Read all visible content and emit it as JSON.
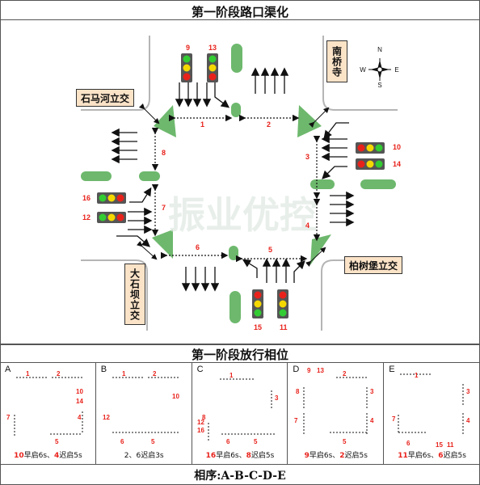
{
  "title_top": "第一阶段路口渠化",
  "title_mid": "第一阶段放行相位",
  "footer": "相序:A-B-C-D-E",
  "signs": {
    "north": "南桥寺",
    "west": "石马河立交",
    "south": "大石坝立交",
    "east": "柏树堡立交"
  },
  "compass": {
    "n": "N",
    "s": "S",
    "e": "E",
    "w": "W"
  },
  "main_labels": {
    "l1": "1",
    "l2": "2",
    "l3": "3",
    "l4": "4",
    "l5": "5",
    "l6": "6",
    "l7": "7",
    "l8": "8",
    "s9": "9",
    "s13": "13",
    "s10": "10",
    "s14": "14",
    "s16": "16",
    "s12": "12",
    "s15": "15",
    "s11": "11"
  },
  "phases": [
    {
      "id": "A",
      "note_red": "10",
      "note_mid": "早启6s、",
      "note_red2": "4",
      "note_end": "迟启5s"
    },
    {
      "id": "B",
      "note_red": "",
      "note_mid": "",
      "note_red2": "",
      "note_end": "2、6迟启3s"
    },
    {
      "id": "C",
      "note_red": "16",
      "note_mid": "早启6s、",
      "note_red2": "8",
      "note_end": "迟启5s"
    },
    {
      "id": "D",
      "note_red": "9",
      "note_mid": "早启6s、",
      "note_red2": "2",
      "note_end": "迟启5s"
    },
    {
      "id": "E",
      "note_red": "11",
      "note_mid": "早启6s、",
      "note_red2": "6",
      "note_end": "迟启5s"
    }
  ],
  "phase_labels": {
    "A": [
      "1",
      "2",
      "10",
      "14",
      "7",
      "4",
      "5"
    ],
    "B": [
      "1",
      "2",
      "10",
      "12",
      "6",
      "5"
    ],
    "C": [
      "1",
      "3",
      "8",
      "12",
      "16",
      "6",
      "5"
    ],
    "D": [
      "9",
      "13",
      "2",
      "8",
      "3",
      "7",
      "4",
      "5"
    ],
    "E": [
      "1",
      "3",
      "7",
      "4",
      "6",
      "15",
      "11"
    ]
  },
  "watermark": "振业优控",
  "colors": {
    "island": "#6db86d",
    "marker": "#e8221b",
    "sign": "#fbe3c8",
    "road": "#b5b5b5"
  }
}
